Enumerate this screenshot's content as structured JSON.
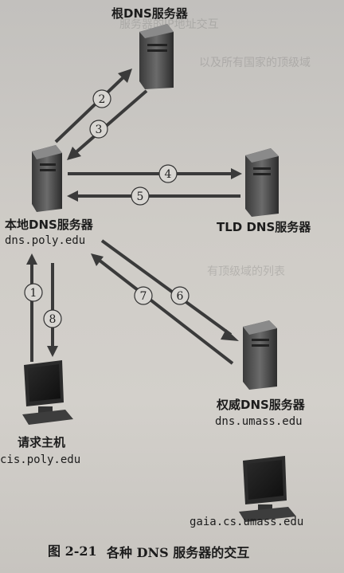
{
  "nodes": {
    "root": {
      "name": "根DNS服务器"
    },
    "local": {
      "name": "本地DNS服务器",
      "host": "dns.poly.edu"
    },
    "tld": {
      "name": "TLD DNS服务器"
    },
    "auth": {
      "name": "权威DNS服务器",
      "host": "dns.umass.edu"
    },
    "requester": {
      "name": "请求主机",
      "host": "cis.poly.edu"
    },
    "target": {
      "host": "gaia.cs.umass.edu"
    }
  },
  "steps": [
    "1",
    "2",
    "3",
    "4",
    "5",
    "6",
    "7",
    "8"
  ],
  "caption": {
    "number": "图 2-21",
    "title": "各种 DNS 服务器的交互"
  }
}
